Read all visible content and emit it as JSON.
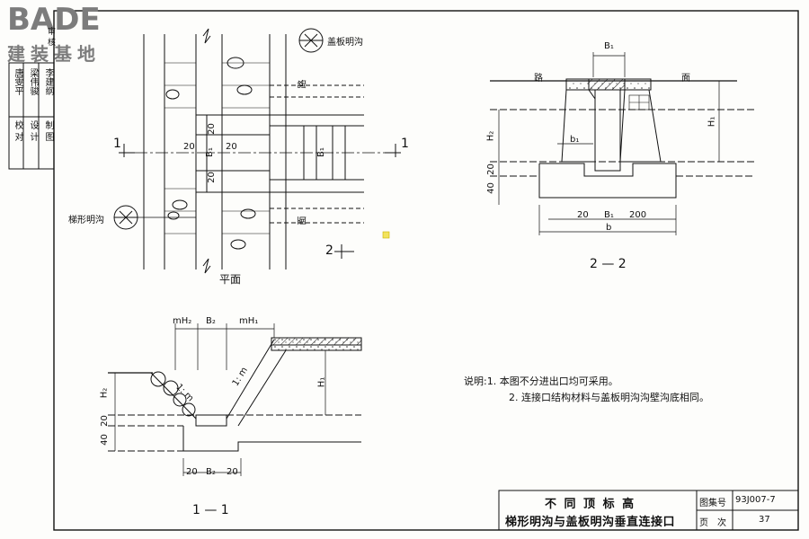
{
  "watermark": {
    "brand": "BADE",
    "subtitle": "建装基地"
  },
  "side_stamp": {
    "rows": [
      "校 对",
      "设 计",
      "制 图"
    ],
    "names": [
      "唐雯平",
      "梁伟骏",
      "李建纲"
    ],
    "corner": "审 核"
  },
  "plan": {
    "caption": "平面",
    "label_cover_ditch": "盖板明沟",
    "label_trapezoid_ditch": "梯形明沟",
    "road_top": "路",
    "road_bottom": "面",
    "dim_20": "20",
    "dim_b1": "B₁",
    "cut1_left": "1",
    "cut1_right": "1",
    "cut2": "2"
  },
  "section_2_2": {
    "caption": "2 — 2",
    "road": "路",
    "surface": "面",
    "b1_top": "B₁",
    "h1": "H₁",
    "h2": "H₂",
    "b1_small": "b₁",
    "d20": "20",
    "d40": "40",
    "bottom_dims": [
      "20",
      "B₁",
      "200"
    ],
    "b_total": "b"
  },
  "section_1_1": {
    "caption": "1 — 1",
    "top_dims": [
      "mH₂",
      "B₂",
      "mH₁"
    ],
    "slope_left": "1: m",
    "slope_right": "1: m",
    "h1": "H₁",
    "h2": "H₂",
    "d20": "20",
    "d40": "40",
    "bottom_dims": [
      "20",
      "B₂",
      "20"
    ]
  },
  "notes": {
    "line1": "说明:1. 本图不分进出口均可采用。",
    "line2": "2. 连接口结构材料与盖板明沟沟壁沟底相同。"
  },
  "title_block": {
    "title1": "不 同 顶 标 高",
    "title2": "梯形明沟与盖板明沟垂直连接口",
    "atlas_label": "图集号",
    "atlas_value": "93J007-7",
    "page_label": "页　次",
    "page_value": "37"
  }
}
